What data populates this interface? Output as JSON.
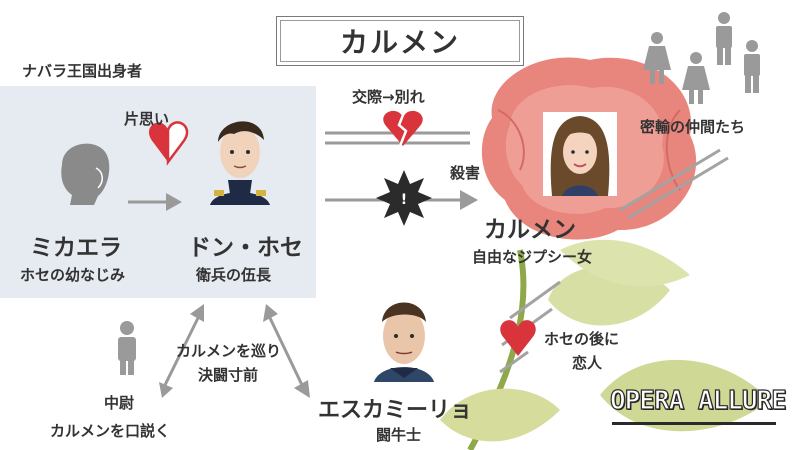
{
  "title": "カルメン",
  "nav_region_label": "ナバラ王国出身者",
  "characters": {
    "micaela": {
      "name": "ミカエラ",
      "role": "ホセの幼なじみ"
    },
    "jose": {
      "name": "ドン・ホセ",
      "role": "衛兵の伍長"
    },
    "carmen": {
      "name": "カルメン",
      "role": "自由なジプシー女"
    },
    "escamillo": {
      "name": "エスカミーリョ",
      "role": "闘牛士"
    },
    "lieutenant": {
      "name": "中尉",
      "role": "カルメンを口説く"
    },
    "smugglers": {
      "name": "密輸の仲間たち"
    }
  },
  "relations": {
    "unrequited": "片思い",
    "dating_breakup": "交際→別れ",
    "murder": "殺害",
    "over_carmen": "カルメンを巡り",
    "duel_near": "決闘寸前",
    "later_lover_1": "ホセの後に",
    "later_lover_2": "恋人"
  },
  "logo": "OPERA ALLURE",
  "colors": {
    "panel": "#e6ebf1",
    "heart": "#d9333b",
    "arrow": "#9a9a9a",
    "rose": "#e9837d",
    "leaf": "#d3dc9a",
    "person": "#9a9a9a"
  }
}
